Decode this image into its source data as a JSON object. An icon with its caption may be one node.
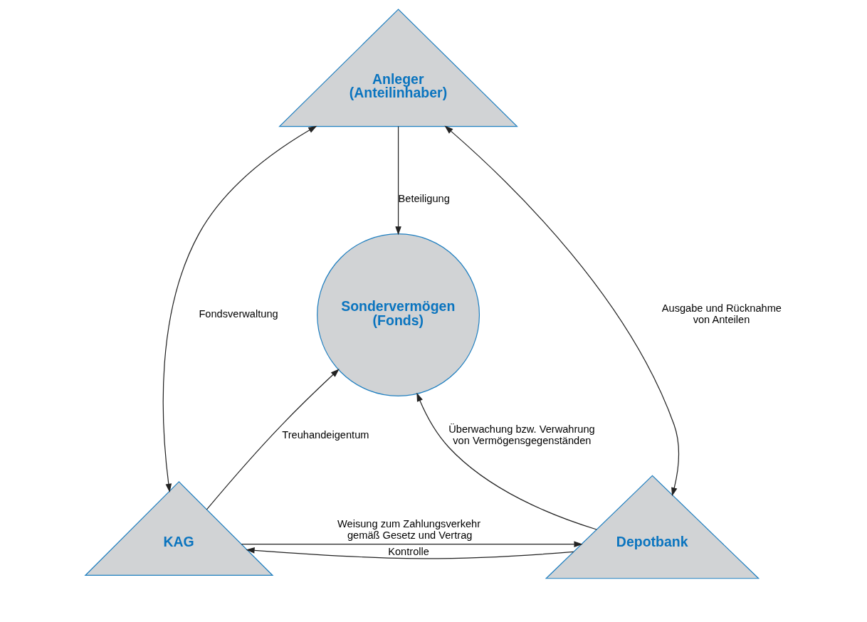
{
  "diagram": {
    "nodes": [
      {
        "text": [
          "Anleger (Anteilinhaber)"
        ]
      },
      {
        "text": [
          "Sondervermögen (Fonds)"
        ]
      },
      {
        "text": [
          "KAG"
        ]
      },
      {
        "text": [
          "Depotbank"
        ]
      }
    ],
    "edges": [
      {
        "from": 0,
        "to": 1,
        "arrow": "to",
        "label": "Beteiligung"
      },
      {
        "from": 0,
        "to": 2,
        "arrow": "both",
        "label": "Fondsverwaltung"
      },
      {
        "from": 0,
        "to": 3,
        "arrow": "both",
        "label": "Ausgabe und Rücknahme von Anteilen"
      },
      {
        "from": 2,
        "to": 1,
        "arrow": "to",
        "label": "Treuhandeigentum"
      },
      {
        "from": 3,
        "to": 1,
        "arrow": "to",
        "label": "Überwachung bzw. Verwahrung von Vermögensgegenständen"
      },
      {
        "from": 2,
        "to": 3,
        "arrow": "to",
        "label": "Weisung zum Zahlungsverkehr gemäß Gesetz und Vertrag"
      },
      {
        "from": 3,
        "to": 2,
        "arrow": "to",
        "label": "Kontrolle"
      }
    ]
  }
}
